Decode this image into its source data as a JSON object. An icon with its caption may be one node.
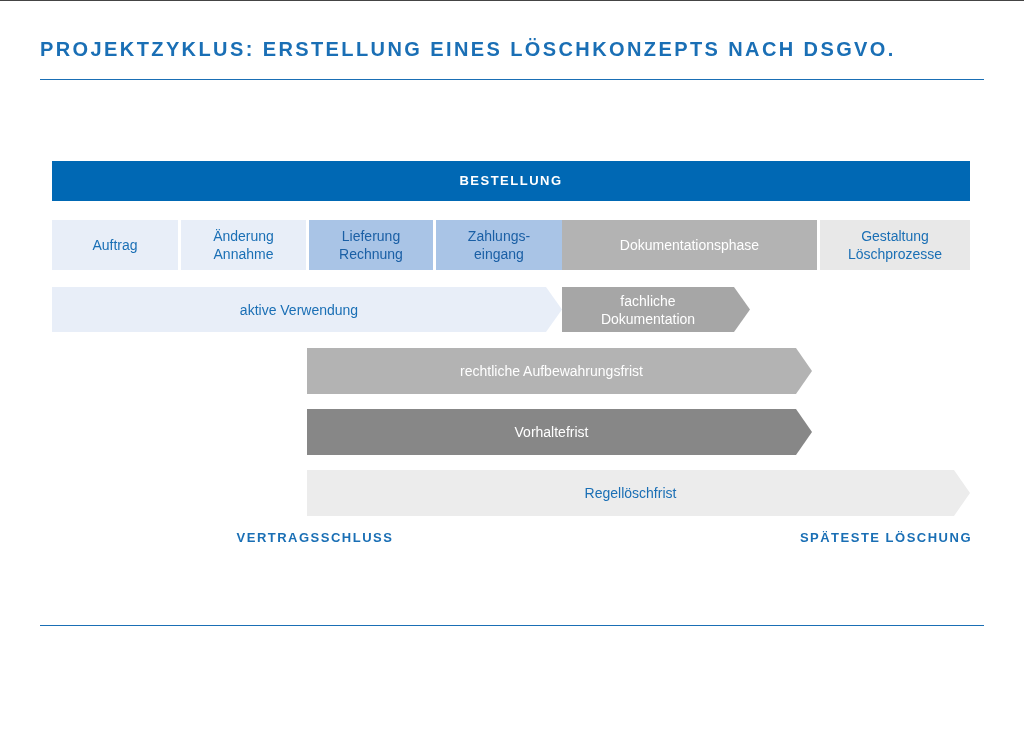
{
  "diagram": {
    "title": "PROJEKTZYKLUS: ERSTELLUNG EINES LÖSCHKONZEPTS NACH DSGVO.",
    "nodes": [
      {
        "text": [
          "BESTELLUNG"
        ]
      },
      {
        "text": [
          "Auftrag"
        ]
      },
      {
        "text": [
          "Änderung Annahme"
        ]
      },
      {
        "text": [
          "Lieferung Rechnung"
        ]
      },
      {
        "text": [
          "Zahlungs- eingang"
        ]
      },
      {
        "text": [
          "Dokumentationsphase"
        ]
      },
      {
        "text": [
          "Gestaltung Löschprozesse"
        ]
      },
      {
        "text": [
          "aktive Verwendung"
        ]
      },
      {
        "text": [
          "fachliche Dokumentation"
        ]
      },
      {
        "text": [
          "rechtliche Aufbewahrungsfrist"
        ]
      },
      {
        "text": [
          "Vorhaltefrist"
        ]
      },
      {
        "text": [
          "Regellöschfrist"
        ]
      }
    ],
    "labels": [
      "VERTRAGSSCHLUSS",
      "SPÄTESTE LÖSCHUNG"
    ]
  }
}
